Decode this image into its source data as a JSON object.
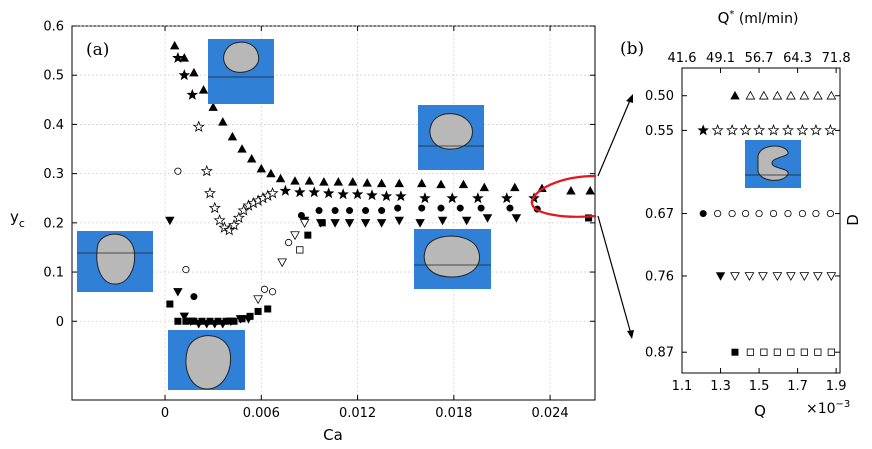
{
  "chart_data": [
    {
      "panel_label": "(a)",
      "type": "scatter",
      "xlabel": "Ca",
      "ylabel": "y",
      "ylabel_sub": "c",
      "xlim": [
        -0.0058,
        0.0268
      ],
      "ylim": [
        -0.16,
        0.6
      ],
      "xticks": [
        0,
        0.006,
        0.012,
        0.018,
        0.024
      ],
      "xtick_labels": [
        "0",
        "0.006",
        "0.012",
        "0.018",
        "0.024"
      ],
      "yticks": [
        0,
        0.1,
        0.2,
        0.3,
        0.4,
        0.5,
        0.6
      ],
      "ytick_labels": [
        "0",
        "0.1",
        "0.2",
        "0.3",
        "0.4",
        "0.5",
        "0.6"
      ],
      "grid": true,
      "insets": [
        "droplet-top",
        "droplet-left",
        "droplet-bottom",
        "droplet-right-upper",
        "droplet-right-lower"
      ],
      "bifurcation_curve_color": "#e8141c",
      "series": [
        {
          "marker": "triangle-up-filled",
          "points": [
            [
              0.0006,
              0.56
            ],
            [
              0.0012,
              0.535
            ],
            [
              0.0018,
              0.505
            ],
            [
              0.0024,
              0.47
            ],
            [
              0.003,
              0.435
            ],
            [
              0.0036,
              0.405
            ],
            [
              0.0042,
              0.375
            ],
            [
              0.0048,
              0.35
            ],
            [
              0.0054,
              0.33
            ],
            [
              0.006,
              0.31
            ],
            [
              0.0066,
              0.3
            ],
            [
              0.0072,
              0.29
            ],
            [
              0.0081,
              0.285
            ],
            [
              0.009,
              0.285
            ],
            [
              0.0099,
              0.283
            ],
            [
              0.0108,
              0.283
            ],
            [
              0.0117,
              0.283
            ],
            [
              0.0126,
              0.281
            ],
            [
              0.0135,
              0.28
            ],
            [
              0.0146,
              0.28
            ],
            [
              0.016,
              0.28
            ],
            [
              0.0172,
              0.278
            ],
            [
              0.0186,
              0.278
            ],
            [
              0.0199,
              0.272
            ],
            [
              0.0218,
              0.272
            ],
            [
              0.0235,
              0.27
            ],
            [
              0.0253,
              0.265
            ],
            [
              0.0265,
              0.265
            ]
          ]
        },
        {
          "marker": "star-filled",
          "points": [
            [
              0.0008,
              0.535
            ],
            [
              0.0012,
              0.5
            ],
            [
              0.0017,
              0.46
            ],
            [
              0.0075,
              0.265
            ],
            [
              0.0084,
              0.262
            ],
            [
              0.0093,
              0.262
            ],
            [
              0.0102,
              0.26
            ],
            [
              0.0111,
              0.258
            ],
            [
              0.012,
              0.258
            ],
            [
              0.0129,
              0.256
            ],
            [
              0.0138,
              0.254
            ],
            [
              0.0147,
              0.254
            ],
            [
              0.0162,
              0.25
            ],
            [
              0.0179,
              0.25
            ],
            [
              0.0195,
              0.25
            ],
            [
              0.0213,
              0.25
            ],
            [
              0.023,
              0.25
            ]
          ]
        },
        {
          "marker": "star-open",
          "points": [
            [
              0.0021,
              0.395
            ],
            [
              0.0026,
              0.305
            ],
            [
              0.0028,
              0.26
            ],
            [
              0.0031,
              0.23
            ],
            [
              0.0034,
              0.205
            ],
            [
              0.0037,
              0.19
            ],
            [
              0.004,
              0.185
            ],
            [
              0.0043,
              0.195
            ],
            [
              0.0046,
              0.21
            ],
            [
              0.0049,
              0.225
            ],
            [
              0.0052,
              0.235
            ],
            [
              0.0055,
              0.24
            ],
            [
              0.0058,
              0.245
            ],
            [
              0.0061,
              0.25
            ],
            [
              0.0064,
              0.255
            ],
            [
              0.0067,
              0.26
            ]
          ]
        },
        {
          "marker": "circle-filled",
          "points": [
            [
              0.0018,
              0.05
            ],
            [
              0.0085,
              0.215
            ],
            [
              0.0096,
              0.225
            ],
            [
              0.0106,
              0.225
            ],
            [
              0.0115,
              0.225
            ],
            [
              0.0125,
              0.225
            ],
            [
              0.0135,
              0.225
            ],
            [
              0.0145,
              0.23
            ],
            [
              0.016,
              0.23
            ],
            [
              0.0172,
              0.23
            ],
            [
              0.0184,
              0.23
            ],
            [
              0.0197,
              0.23
            ],
            [
              0.0215,
              0.23
            ],
            [
              0.0232,
              0.228
            ]
          ]
        },
        {
          "marker": "circle-open",
          "points": [
            [
              0.0008,
              0.305
            ],
            [
              0.0013,
              0.105
            ],
            [
              0.0062,
              0.065
            ],
            [
              0.0067,
              0.06
            ],
            [
              0.0077,
              0.16
            ]
          ]
        },
        {
          "marker": "triangle-down-filled",
          "points": [
            [
              0.0003,
              0.205
            ],
            [
              0.0008,
              0.06
            ],
            [
              0.0012,
              0.01
            ],
            [
              0.0016,
              0.0
            ],
            [
              0.0021,
              -0.005
            ],
            [
              0.0026,
              -0.005
            ],
            [
              0.0031,
              -0.005
            ],
            [
              0.0036,
              -0.005
            ],
            [
              0.0041,
              0.0
            ],
            [
              0.0047,
              0.005
            ],
            [
              0.0052,
              0.005
            ],
            [
              0.0087,
              0.205
            ],
            [
              0.0097,
              0.2
            ],
            [
              0.0106,
              0.2
            ],
            [
              0.0115,
              0.2
            ],
            [
              0.0125,
              0.2
            ],
            [
              0.0135,
              0.2
            ],
            [
              0.0146,
              0.205
            ],
            [
              0.0159,
              0.2
            ],
            [
              0.0173,
              0.205
            ],
            [
              0.0188,
              0.205
            ],
            [
              0.0201,
              0.21
            ],
            [
              0.0219,
              0.21
            ]
          ]
        },
        {
          "marker": "triangle-down-open",
          "points": [
            [
              0.0058,
              0.045
            ],
            [
              0.0073,
              0.12
            ],
            [
              0.0081,
              0.175
            ],
            [
              0.0087,
              0.2
            ]
          ]
        },
        {
          "marker": "square-filled",
          "points": [
            [
              0.0003,
              0.035
            ],
            [
              0.0008,
              0.0
            ],
            [
              0.0013,
              0.0
            ],
            [
              0.0018,
              0.0
            ],
            [
              0.0023,
              0.0
            ],
            [
              0.0028,
              0.0
            ],
            [
              0.0033,
              0.0
            ],
            [
              0.0038,
              0.0
            ],
            [
              0.0043,
              0.0
            ],
            [
              0.0048,
              0.005
            ],
            [
              0.0053,
              0.01
            ],
            [
              0.0058,
              0.02
            ],
            [
              0.0064,
              0.025
            ],
            [
              0.0089,
              0.175
            ],
            [
              0.0098,
              0.2
            ],
            [
              0.0264,
              0.21
            ]
          ]
        },
        {
          "marker": "square-open",
          "points": [
            [
              0.0084,
              0.145
            ]
          ]
        }
      ]
    },
    {
      "panel_label": "(b)",
      "type": "scatter",
      "xlabel": "Q",
      "x_multiplier": "×10",
      "x_multiplier_exp": "−3",
      "top_xlabel": "Q",
      "top_xlabel_sup": "*",
      "top_xlabel_unit": " (ml/min)",
      "ylabel": "D",
      "xlim": [
        1.1,
        1.92
      ],
      "xticks": [
        1.1,
        1.3,
        1.5,
        1.7,
        1.9
      ],
      "xtick_labels": [
        "1.1",
        "1.3",
        "1.5",
        "1.7",
        "1.9"
      ],
      "top_xticks": [
        1.1,
        1.3,
        1.5,
        1.7,
        1.9
      ],
      "top_xtick_labels": [
        "41.6",
        "49.1",
        "56.7",
        "64.3",
        "71.8"
      ],
      "ylim": [
        0.46,
        0.9
      ],
      "yticks": [
        0.5,
        0.55,
        0.67,
        0.76,
        0.87
      ],
      "ytick_labels": [
        "0.50",
        "0.55",
        "0.67",
        "0.76",
        "0.87"
      ],
      "inset": "droplet-kidney",
      "series": [
        {
          "marker": "triangle-up-filled",
          "points": [
            [
              1.375,
              0.5
            ]
          ]
        },
        {
          "marker": "triangle-up-open",
          "points": [
            [
              1.455,
              0.5
            ],
            [
              1.525,
              0.5
            ],
            [
              1.595,
              0.5
            ],
            [
              1.665,
              0.5
            ],
            [
              1.735,
              0.5
            ],
            [
              1.805,
              0.5
            ],
            [
              1.875,
              0.5
            ]
          ]
        },
        {
          "marker": "star-filled",
          "points": [
            [
              1.21,
              0.55
            ]
          ]
        },
        {
          "marker": "star-open",
          "points": [
            [
              1.285,
              0.55
            ],
            [
              1.36,
              0.55
            ],
            [
              1.43,
              0.55
            ],
            [
              1.5,
              0.55
            ],
            [
              1.575,
              0.55
            ],
            [
              1.65,
              0.55
            ],
            [
              1.725,
              0.55
            ],
            [
              1.795,
              0.55
            ],
            [
              1.87,
              0.55
            ]
          ]
        },
        {
          "marker": "circle-filled",
          "points": [
            [
              1.21,
              0.67
            ]
          ]
        },
        {
          "marker": "circle-open",
          "points": [
            [
              1.285,
              0.67
            ],
            [
              1.36,
              0.67
            ],
            [
              1.43,
              0.67
            ],
            [
              1.5,
              0.67
            ],
            [
              1.575,
              0.67
            ],
            [
              1.65,
              0.67
            ],
            [
              1.725,
              0.67
            ],
            [
              1.795,
              0.67
            ],
            [
              1.87,
              0.67
            ]
          ]
        },
        {
          "marker": "triangle-down-filled",
          "points": [
            [
              1.3,
              0.76
            ]
          ]
        },
        {
          "marker": "triangle-down-open",
          "points": [
            [
              1.375,
              0.76
            ],
            [
              1.45,
              0.76
            ],
            [
              1.52,
              0.76
            ],
            [
              1.595,
              0.76
            ],
            [
              1.665,
              0.76
            ],
            [
              1.735,
              0.76
            ],
            [
              1.805,
              0.76
            ],
            [
              1.875,
              0.76
            ]
          ]
        },
        {
          "marker": "square-filled",
          "points": [
            [
              1.375,
              0.87
            ]
          ]
        },
        {
          "marker": "square-open",
          "points": [
            [
              1.455,
              0.87
            ],
            [
              1.525,
              0.87
            ],
            [
              1.595,
              0.87
            ],
            [
              1.665,
              0.87
            ],
            [
              1.735,
              0.87
            ],
            [
              1.805,
              0.87
            ],
            [
              1.875,
              0.87
            ]
          ]
        }
      ]
    }
  ],
  "colors": {
    "inset_background": "#2f80d6",
    "droplet": "#b8b8b8",
    "bifurcation": "#e8141c"
  }
}
